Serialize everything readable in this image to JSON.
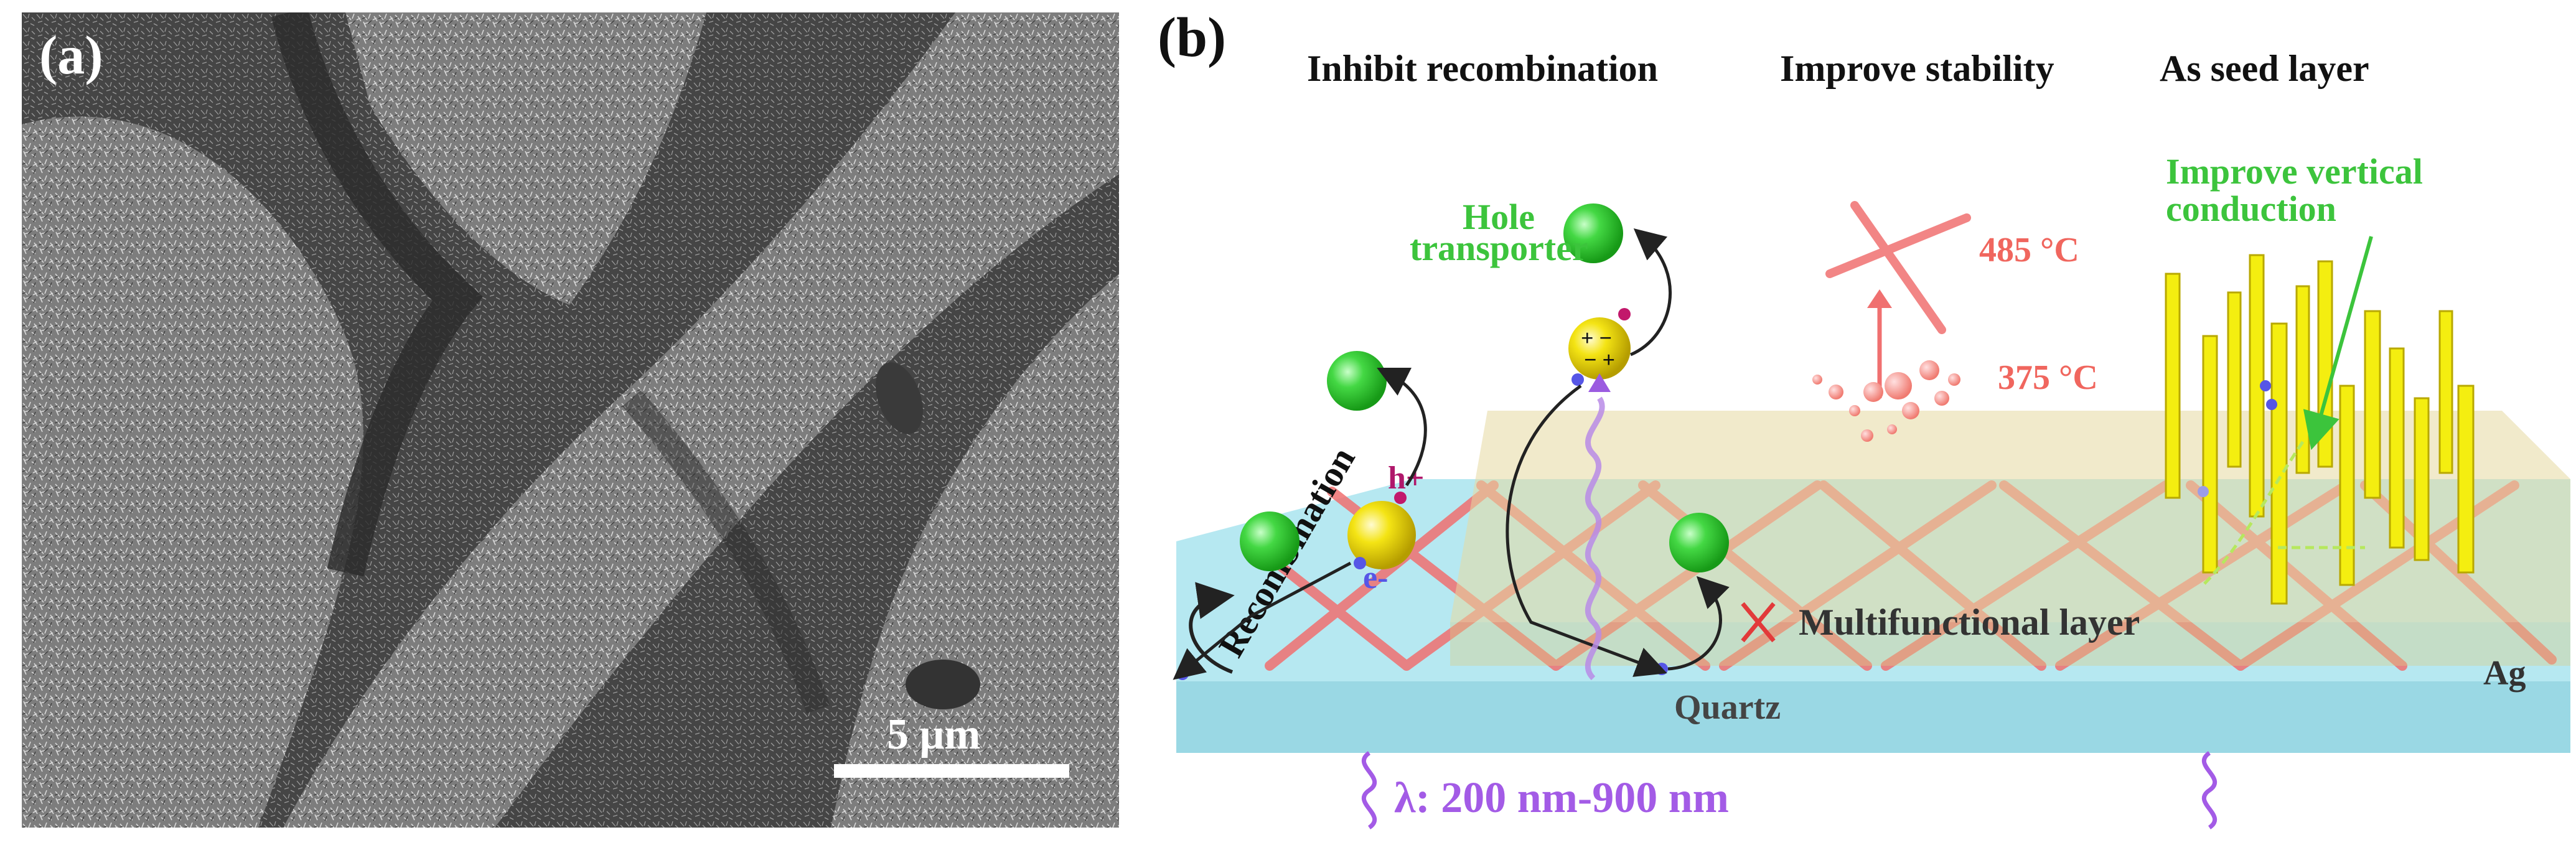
{
  "panel_a": {
    "label": "(a)",
    "scale_bar_text": "5 μm"
  },
  "panel_b": {
    "label": "(b)",
    "headings": [
      "Inhibit recombination",
      "Improve stability",
      "As seed layer"
    ],
    "hole_transporter": [
      "Hole",
      "transporter"
    ],
    "recombination": "Recombination",
    "hole_symbol": "h+",
    "electron_symbol": "e-",
    "temp_high": "485 °C",
    "temp_low": "375 °C",
    "improve_vertical": [
      "Improve vertical",
      "conduction"
    ],
    "multifunctional_layer": "Multifunctional layer",
    "ag": "Ag",
    "quartz": "Quartz",
    "wavelength": "λ: 200 nm-900 nm",
    "colors": {
      "green_text": "#3cc43c",
      "red_text": "#f0665e",
      "purple_text": "#a35be6",
      "quartz": "#a9e4ee",
      "layer": "#e6d8a0",
      "nanowire": "#f07070",
      "rod": "#f4ee10"
    }
  }
}
